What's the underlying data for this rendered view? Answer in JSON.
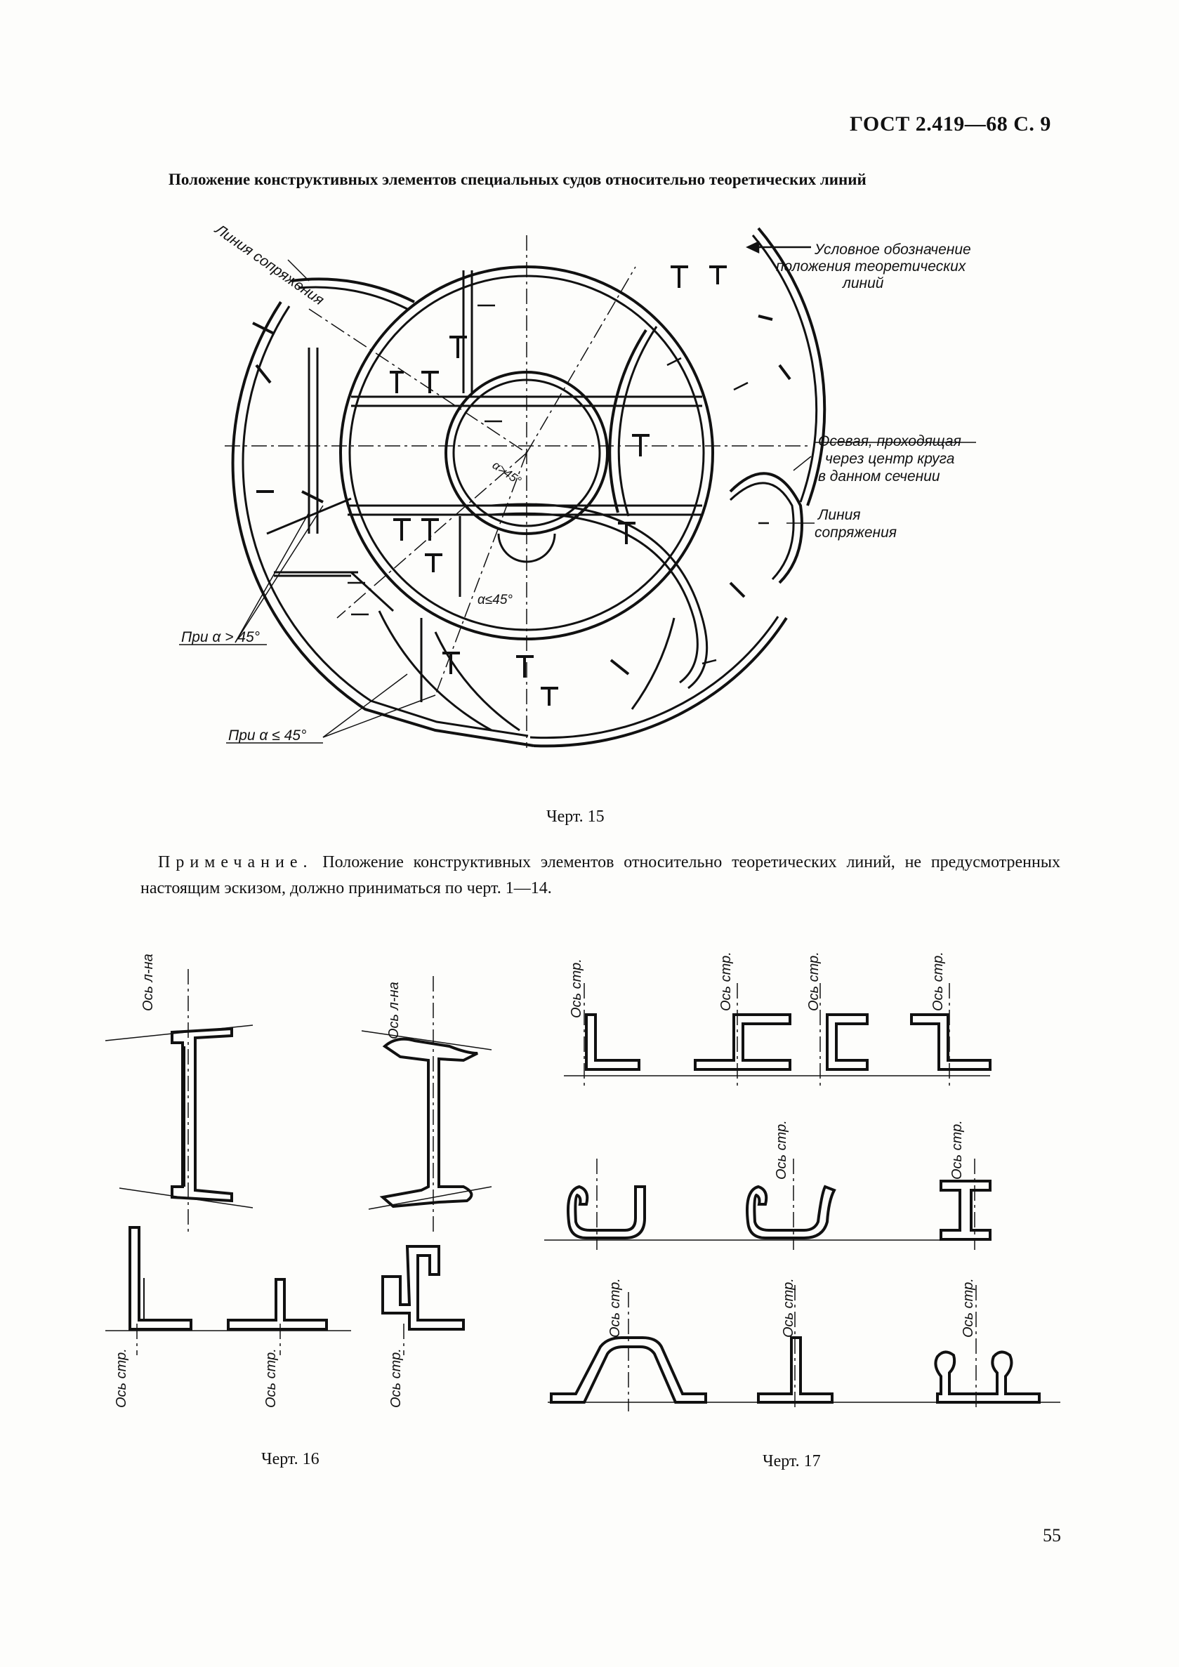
{
  "header": {
    "code": "ГОСТ 2.419—68 С. 9"
  },
  "title": "Положение конструктивных элементов специальных судов относительно теоретических линий",
  "fig15": {
    "caption": "Черт. 15",
    "labels": {
      "line_conj_top": "Линия сопряжения",
      "cond_1": "Условное обозначение",
      "cond_2": "положения теоретических",
      "cond_3": "линий",
      "axial_1": "Осевая, проходящая",
      "axial_2": "через центр круга",
      "axial_3": "в данном сечении",
      "line_conj_right_1": "Линия",
      "line_conj_right_2": "сопряжения",
      "alpha_gt": "При α > 45°",
      "alpha_le": "При α ≤ 45°",
      "angle_gt": "α>45°",
      "angle_le": "α≤45°"
    }
  },
  "note": {
    "prefix": "Примечание.",
    "text": " Положение конструктивных элементов относительно теоретических линий, не предусмотренных настоящим эскизом, должно приниматься по черт. 1—14."
  },
  "fig16": {
    "caption": "Черт. 16",
    "axis_lna": "Ось л-на",
    "axis_str": "Ось стр."
  },
  "fig17": {
    "caption": "Черт. 17",
    "axis_str": "Ось стр."
  },
  "page_number": "55"
}
